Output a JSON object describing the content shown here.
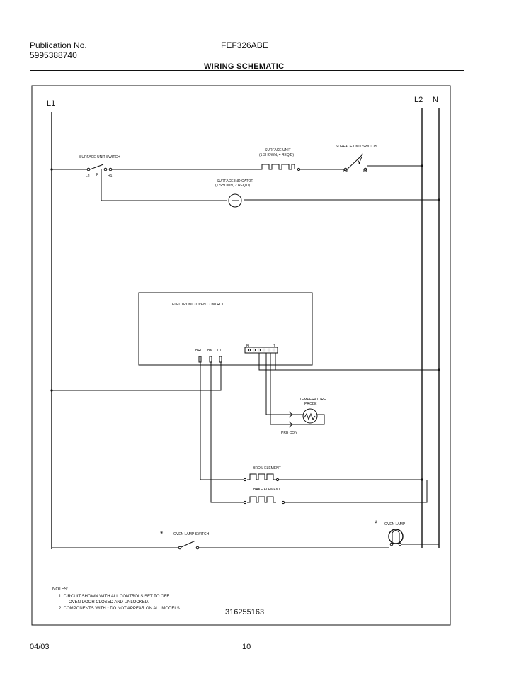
{
  "header": {
    "publication_label": "Publication No.",
    "publication_number": "5995388740",
    "model": "FEF326ABE",
    "title": "WIRING SCHEMATIC"
  },
  "lines": {
    "l1": "L1",
    "l2": "L2",
    "n": "N"
  },
  "components": {
    "surface_unit_switch_left": "SURFACE UNIT SWITCH",
    "surface_unit_switch_right": "SURFACE UNIT SWITCH",
    "surface_unit": "SURFACE UNIT",
    "surface_unit_count": "(1 SHOWN, 4 REQ'D)",
    "surface_indicator": "SURFACE INDICATOR",
    "surface_indicator_count": "(1 SHOWN, 2 REQ'D)",
    "terminal_l2": "L2",
    "terminal_h1": "H1",
    "terminal_p": "P",
    "terminal_h2": "H2",
    "terminal_l1": "L1",
    "electronic_oven_control": "ELECTRONIC OVEN CONTROL",
    "control_brl": "BRL",
    "control_bk": "BK",
    "control_l1": "L1",
    "connector_b": "B",
    "connector_1": "1",
    "temperature_probe": "TEMPERATURE",
    "temperature_probe_2": "PROBE",
    "probe_connector": "PRB CON",
    "broil_element": "BROIL ELEMENT",
    "bake_element": "BAKE ELEMENT",
    "oven_lamp_switch": "OVEN LAMP SWITCH",
    "oven_lamp": "OVEN LAMP",
    "asterisk": "*"
  },
  "notes": {
    "heading": "NOTES:",
    "note1": "1.  CIRCUIT SHOWN WITH ALL CONTROLS SET TO OFF.",
    "note1b": "OVEN DOOR CLOSED AND UNLOCKED.",
    "note2": "2.  COMPONENTS WITH  * DO NOT APPEAR ON ALL MODELS."
  },
  "drawing_number": "316255163",
  "footer": {
    "date": "04/03",
    "page": "10"
  }
}
